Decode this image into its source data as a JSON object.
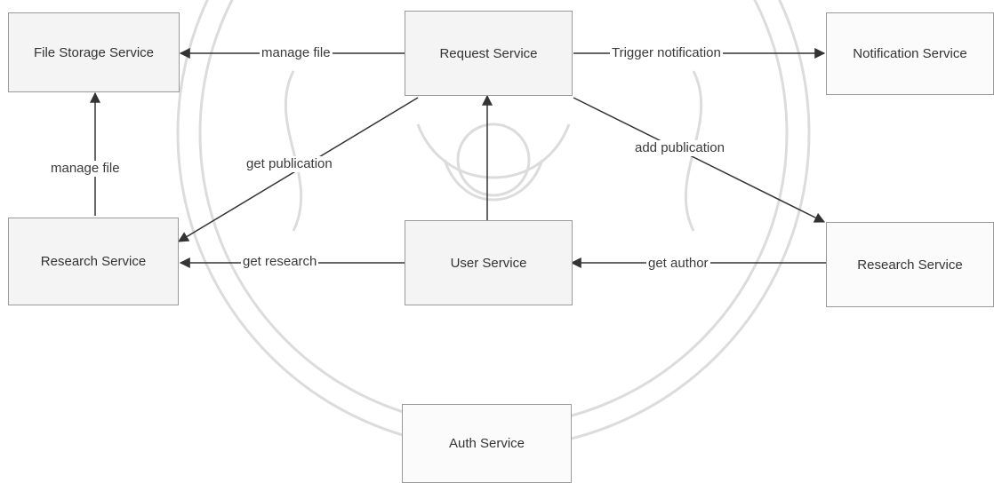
{
  "nodes": {
    "file_storage": "File Storage Service",
    "request": "Request Service",
    "notification": "Notification Service",
    "research_left": "Research Service",
    "user": "User Service",
    "research_right": "Research Service",
    "auth": "Auth Service"
  },
  "edges": {
    "request_to_file_storage": "manage file",
    "request_to_notification": "Trigger notification",
    "research_to_file_storage": "manage file",
    "request_to_research_left": "get publication",
    "request_to_research_right": "add publication",
    "user_to_research_left": "get research",
    "research_right_to_user": "get author"
  },
  "colors": {
    "line": "#333333",
    "border": "#9a9a9a",
    "watermark": "#d8d8d8"
  }
}
